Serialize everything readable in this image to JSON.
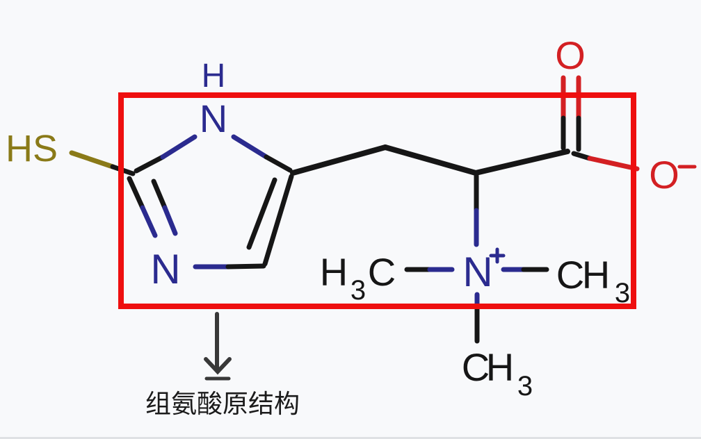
{
  "colors": {
    "background": "#f8f9fb",
    "bond-black": "#161616",
    "nitrogen-blue": "#2b2b8f",
    "oxygen-red": "#d32023",
    "highlight-red": "#ee0f0f",
    "sulfur-olive": "#8a7a18",
    "annotation-grey": "#383838",
    "caption-black": "#1b1b1b"
  },
  "labels": {
    "thiol": "HS",
    "ring_top_h": "H",
    "ring_top_n": "N",
    "ring_left_n": "N",
    "ammonium_n": "N",
    "ammonium_charge": "+",
    "carbonyl_o": "O",
    "carboxylate_o": "O",
    "carboxylate_charge": "−",
    "methyl_left": {
      "h": "H",
      "sub": "3",
      "c": "C"
    },
    "methyl_right": {
      "c": "C",
      "h": "H",
      "sub": "3"
    },
    "methyl_bottom": {
      "c": "C",
      "h": "H",
      "sub": "3"
    }
  },
  "caption": {
    "text": "组氨酸原结构"
  }
}
